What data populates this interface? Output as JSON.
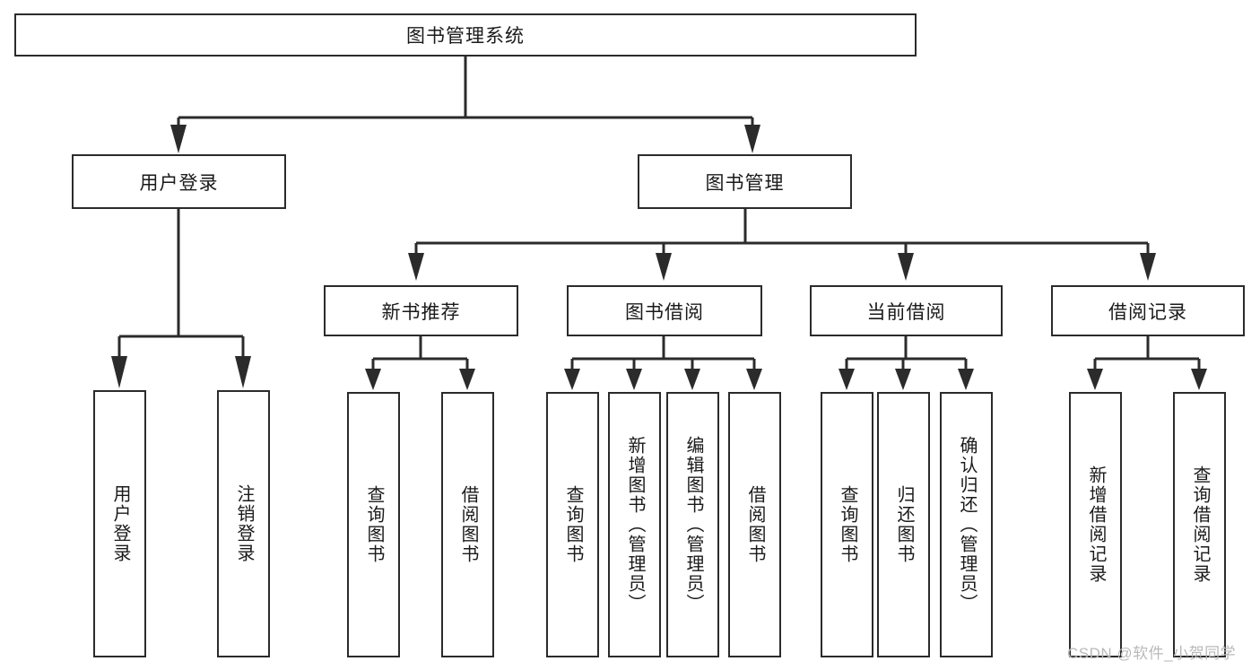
{
  "diagram": {
    "title": "图书管理系统",
    "type": "tree-hierarchy-diagram",
    "colors": {
      "box_border": "#2b2b2b",
      "box_fill": "#ffffff",
      "connector": "#2b2b2b",
      "background": "#ffffff",
      "watermark": "#b9b9b9"
    },
    "root": {
      "label": "图书管理系统"
    },
    "level2": [
      {
        "label": "用户登录"
      },
      {
        "label": "图书管理"
      }
    ],
    "level3": [
      {
        "label": "新书推荐"
      },
      {
        "label": "图书借阅"
      },
      {
        "label": "当前借阅"
      },
      {
        "label": "借阅记录"
      }
    ],
    "leaves": {
      "user_login": [
        {
          "label": "用户登录"
        },
        {
          "label": "注销登录"
        }
      ],
      "new_book_recommend": [
        {
          "label": "查询图书"
        },
        {
          "label": "借阅图书"
        }
      ],
      "book_borrow": [
        {
          "label": "查询图书"
        },
        {
          "label": "新增图书（管理员）"
        },
        {
          "label": "编辑图书（管理员）"
        },
        {
          "label": "借阅图书"
        }
      ],
      "current_borrow": [
        {
          "label": "查询图书"
        },
        {
          "label": "归还图书"
        },
        {
          "label": "确认归还（管理员）"
        }
      ],
      "borrow_record": [
        {
          "label": "新增借阅记录"
        },
        {
          "label": "查询借阅记录"
        }
      ]
    }
  },
  "watermark": {
    "text": "CSDN @软件_小贺同学"
  }
}
